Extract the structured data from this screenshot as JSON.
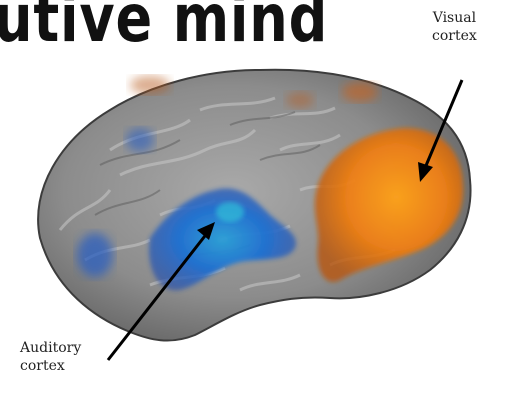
{
  "title": "utive mind",
  "labels": {
    "visual_line1": "Visual",
    "visual_line2": "cortex",
    "auditory_line1": "Auditory",
    "auditory_line2": "cortex"
  },
  "colors": {
    "brain_gray": "#8a8a8a",
    "auditory_activation": "#1f6fd6",
    "visual_activation": "#f08a1a"
  }
}
